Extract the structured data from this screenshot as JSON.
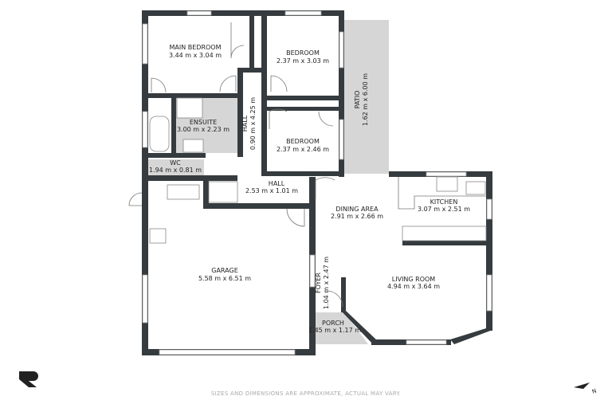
{
  "rooms": [
    {
      "name": "MAIN BEDROOM",
      "size": "3.44 m x 3.04 m"
    },
    {
      "name": "BEDROOM",
      "size": "2.37 m x 3.03 m"
    },
    {
      "name": "ENSUITE",
      "size": "3.00 m x 2.23 m"
    },
    {
      "name": "BEDROOM",
      "size": "2.37 m x 2.46 m"
    },
    {
      "name": "WC",
      "size": "1.94 m x 0.81 m"
    },
    {
      "name": "HALL",
      "size": "2.53 m x 1.01 m"
    },
    {
      "name": "HALL",
      "size": "0.90 m x 4.25 m"
    },
    {
      "name": "PATIO",
      "size": "1.62 m x 6.00 m"
    },
    {
      "name": "DINING AREA",
      "size": "2.91 m x 2.66 m"
    },
    {
      "name": "KITCHEN",
      "size": "3.07 m x 2.51 m"
    },
    {
      "name": "GARAGE",
      "size": "5.58 m x 6.51 m"
    },
    {
      "name": "LIVING ROOM",
      "size": "4.94 m x 3.64 m"
    },
    {
      "name": "FOYER",
      "size": "1.04 m x 2.47 m"
    },
    {
      "name": "PORCH",
      "size": "1.45 m x 1.17 m"
    }
  ],
  "footer": "SIZES AND DIMENSIONS ARE APPROXIMATE, ACTUAL MAY VARY.",
  "compass": "N",
  "colors": {
    "wall": "#353b3e",
    "shaded": "#d6d6d6"
  }
}
